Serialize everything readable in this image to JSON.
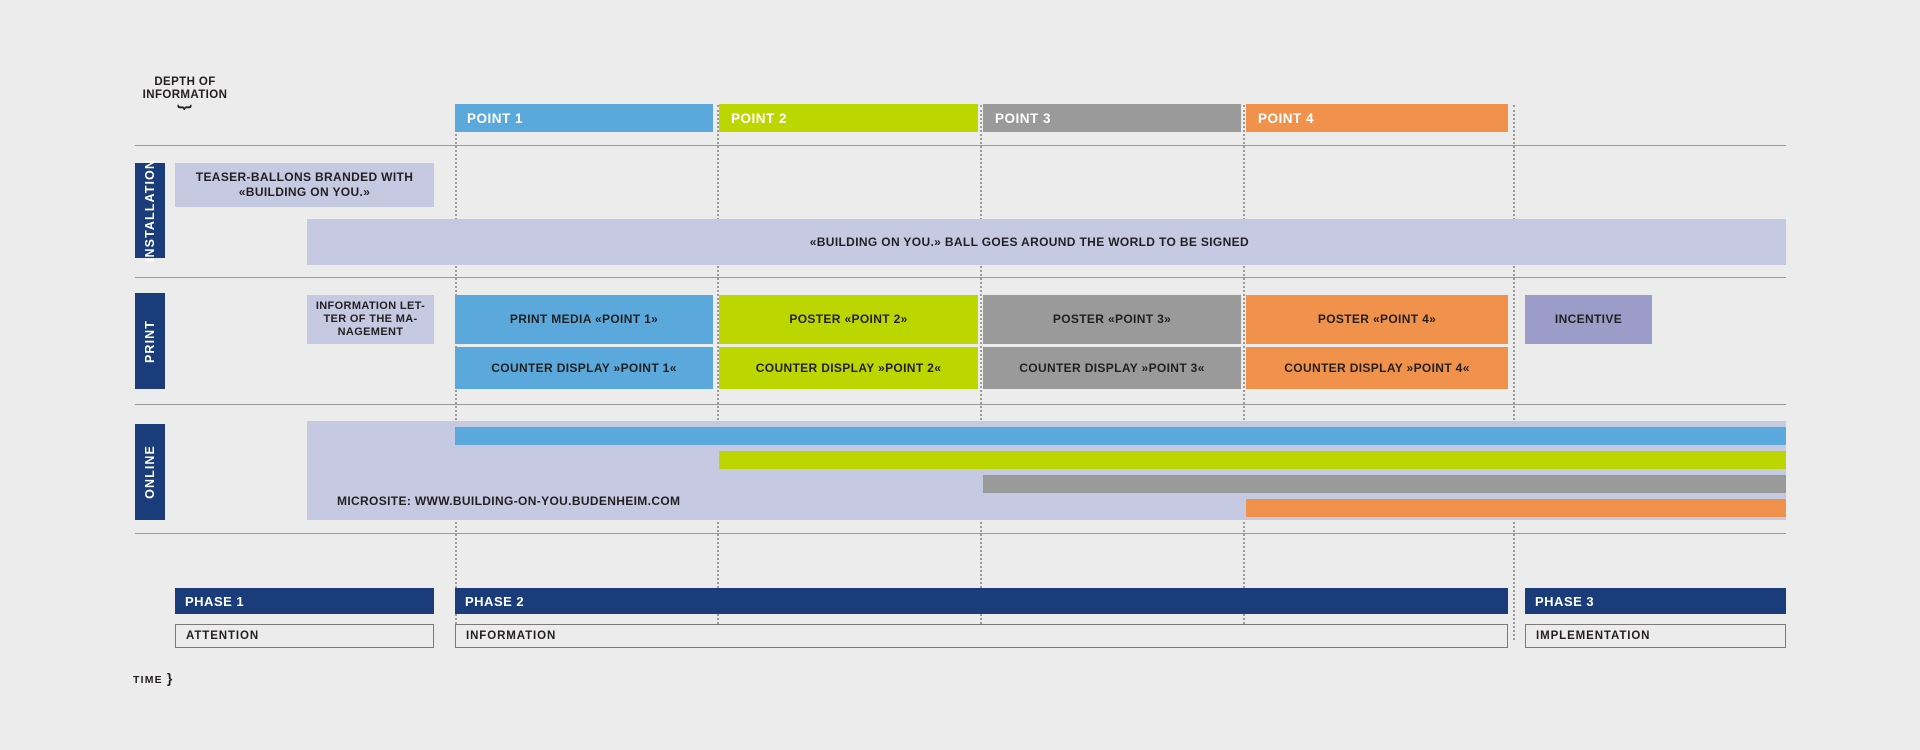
{
  "axis": {
    "depth_label": "DEPTH OF\nINFORMATION",
    "depth_line1": "DEPTH OF",
    "depth_line2": "INFORMATION",
    "depth_brace": "}",
    "time_label": "TIME",
    "time_brace": "}"
  },
  "colors": {
    "background": "#ECECEC",
    "navy": "#1B3C7B",
    "lavender": "#C6C9E2",
    "periwinkle": "#9B9DC8",
    "point1": "#5BA9DC",
    "point2": "#BED600",
    "point3": "#9A9A9A",
    "point4": "#F0924B",
    "rule": "#9A9A9A",
    "text": "#231F20"
  },
  "points": [
    {
      "label": "POINT 1",
      "color": "#5BA9DC"
    },
    {
      "label": "POINT 2",
      "color": "#BED600"
    },
    {
      "label": "POINT 3",
      "color": "#9A9A9A"
    },
    {
      "label": "POINT 4",
      "color": "#F0924B"
    }
  ],
  "rows": [
    {
      "label": "INSTALLATION"
    },
    {
      "label": "PRINT"
    },
    {
      "label": "ONLINE"
    }
  ],
  "installation": {
    "teaser": "TEASER-BALLONS BRANDED WITH «BUILDING ON YOU.»",
    "ball": "«BUILDING ON YOU.» BALL GOES AROUND THE WORLD TO BE SIGNED"
  },
  "print": {
    "letter": "INFORMATION LET- TER OF THE MA- NAGEMENT",
    "media": [
      "PRINT MEDIA «POINT 1»",
      "POSTER «POINT 2»",
      "POSTER «POINT 3»",
      "POSTER «POINT 4»"
    ],
    "counter": [
      "COUNTER DISPLAY »POINT 1«",
      "COUNTER DISPLAY »POINT 2«",
      "COUNTER DISPLAY »POINT 3«",
      "COUNTER DISPLAY »POINT 4«"
    ],
    "incentive": "INCENTIVE"
  },
  "online": {
    "microsite": "MICROSITE: WWW.BUILDING-ON-YOU.BUDENHEIM.COM"
  },
  "phases": [
    {
      "title": "PHASE 1",
      "caption": "ATTENTION"
    },
    {
      "title": "PHASE 2",
      "caption": "INFORMATION"
    },
    {
      "title": "PHASE 3",
      "caption": "IMPLEMENTATION"
    }
  ]
}
